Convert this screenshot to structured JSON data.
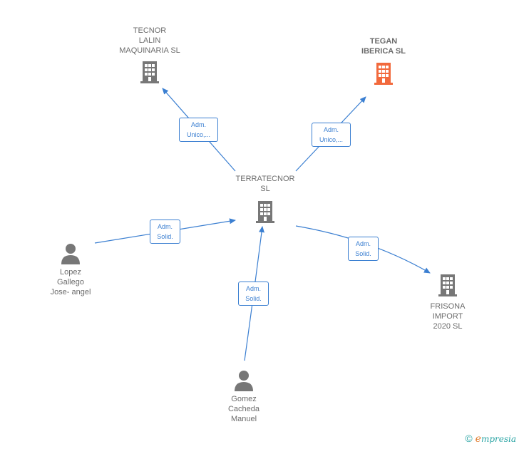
{
  "colors": {
    "accent": "#3b7fd1",
    "node": "#777777",
    "highlight": "#f26a3d",
    "text": "#6b6b6b"
  },
  "nodes": {
    "tecnor": {
      "label": "TECNOR\nLALIN\nMAQUINARIA SL",
      "icon": "building-icon"
    },
    "tegan": {
      "label": "TEGAN\nIBERICA  SL",
      "icon": "building-icon"
    },
    "terratecnor": {
      "label": "TERRATECNOR\nSL",
      "icon": "building-icon"
    },
    "frisona": {
      "label": "FRISONA\nIMPORT\n2020  SL",
      "icon": "building-icon"
    },
    "lopez": {
      "label": "Lopez\nGallego\nJose- angel",
      "icon": "person-icon"
    },
    "gomez": {
      "label": "Gomez\nCacheda\nManuel",
      "icon": "person-icon"
    }
  },
  "edges": {
    "to_tecnor": {
      "label": "Adm.\nUnico,..."
    },
    "to_tegan": {
      "label": "Adm.\nUnico,..."
    },
    "lopez_to_terra": {
      "label": "Adm.\nSolid."
    },
    "gomez_to_terra": {
      "label": "Adm.\nSolid."
    },
    "to_frisona": {
      "label": "Adm.\nSolid."
    }
  },
  "footer": {
    "copyright": "©",
    "brand_initial": "e",
    "brand_rest": "mpresia"
  }
}
